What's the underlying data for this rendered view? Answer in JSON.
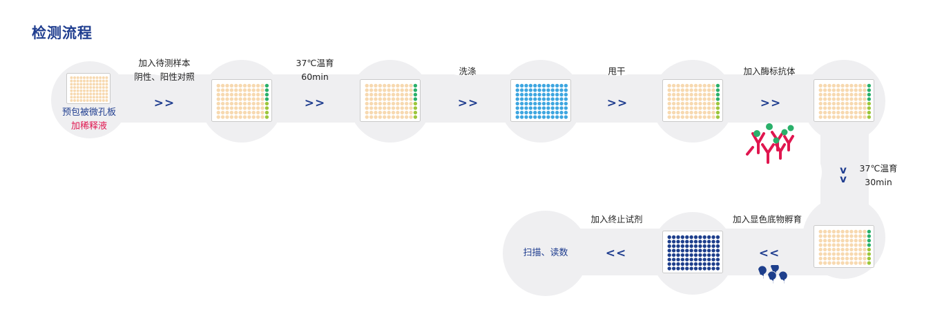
{
  "title": "检测流程",
  "steps": {
    "coated_plate": {
      "line1": "预包被微孔板",
      "line2": "加稀释液"
    },
    "add_samples": {
      "line1": "加入待测样本",
      "line2": "阴性、阳性对照"
    },
    "incubate1": {
      "line1": "37℃温育",
      "line2": "60min"
    },
    "wash": {
      "label": "洗涤"
    },
    "dry": {
      "label": "甩干"
    },
    "add_enzyme": {
      "label": "加入酶标抗体"
    },
    "incubate2": {
      "line1": "37℃温育",
      "line2": "30min"
    },
    "add_substrate": {
      "label": "加入显色底物孵育"
    },
    "add_stop": {
      "label": "加入终止试剂"
    },
    "read": {
      "label": "扫描、读数"
    }
  },
  "arrows": {
    "forward": ">>",
    "backward": "<<",
    "down": "v"
  },
  "colors": {
    "title": "#1f3d8f",
    "arrow": "#1f3d8f",
    "highlight_red": "#e0164f",
    "well_beige": "#f7d9b0",
    "well_blue": "#3ea6e0",
    "well_navy": "#1e3f8c",
    "well_green": "#2ab06a",
    "well_lime": "#9cc63b",
    "antibody": "#e0164f",
    "enzyme": "#2ab06a"
  }
}
